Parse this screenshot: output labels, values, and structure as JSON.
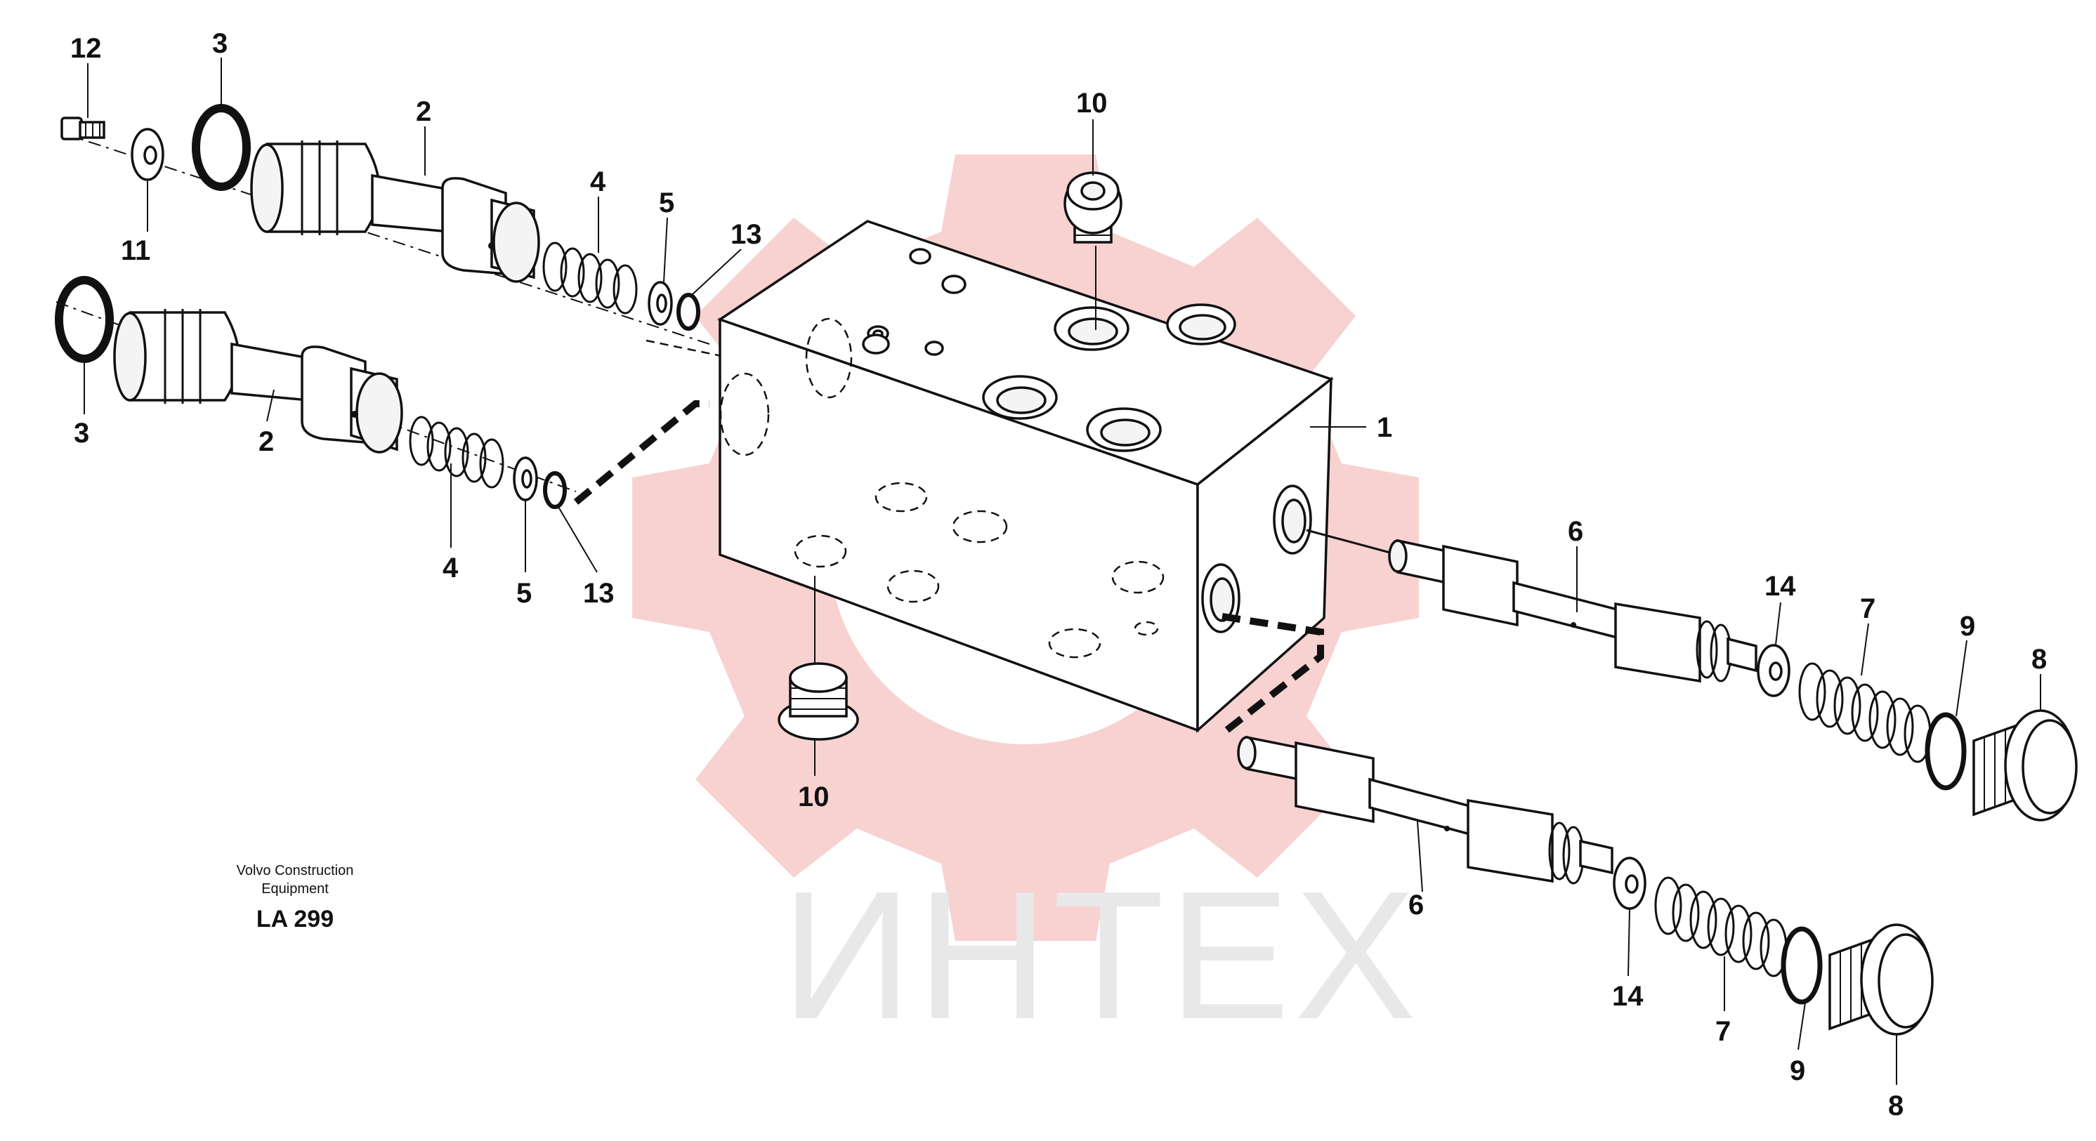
{
  "drawing": {
    "caption_line1": "Volvo Construction",
    "caption_line2": "Equipment",
    "drawing_number": "LA 299",
    "watermark_text": "ИНТЕХ",
    "watermark_color": "#e8e8e8",
    "watermark_logo_color": "#f7c9c9",
    "line_color": "#111111"
  },
  "callouts": [
    {
      "key": "c12",
      "label": "12"
    },
    {
      "key": "c3a",
      "label": "3"
    },
    {
      "key": "c2a",
      "label": "2"
    },
    {
      "key": "c11",
      "label": "11"
    },
    {
      "key": "c4a",
      "label": "4"
    },
    {
      "key": "c5a",
      "label": "5"
    },
    {
      "key": "c13a",
      "label": "13"
    },
    {
      "key": "c10a",
      "label": "10"
    },
    {
      "key": "c3b",
      "label": "3"
    },
    {
      "key": "c2b",
      "label": "2"
    },
    {
      "key": "c4b",
      "label": "4"
    },
    {
      "key": "c5b",
      "label": "5"
    },
    {
      "key": "c13b",
      "label": "13"
    },
    {
      "key": "c1",
      "label": "1"
    },
    {
      "key": "c6a",
      "label": "6"
    },
    {
      "key": "c14a",
      "label": "14"
    },
    {
      "key": "c7a",
      "label": "7"
    },
    {
      "key": "c9a",
      "label": "9"
    },
    {
      "key": "c8a",
      "label": "8"
    },
    {
      "key": "c10b",
      "label": "10"
    },
    {
      "key": "c6b",
      "label": "6"
    },
    {
      "key": "c14b",
      "label": "14"
    },
    {
      "key": "c7b",
      "label": "7"
    },
    {
      "key": "c9b",
      "label": "9"
    },
    {
      "key": "c8b",
      "label": "8"
    }
  ]
}
